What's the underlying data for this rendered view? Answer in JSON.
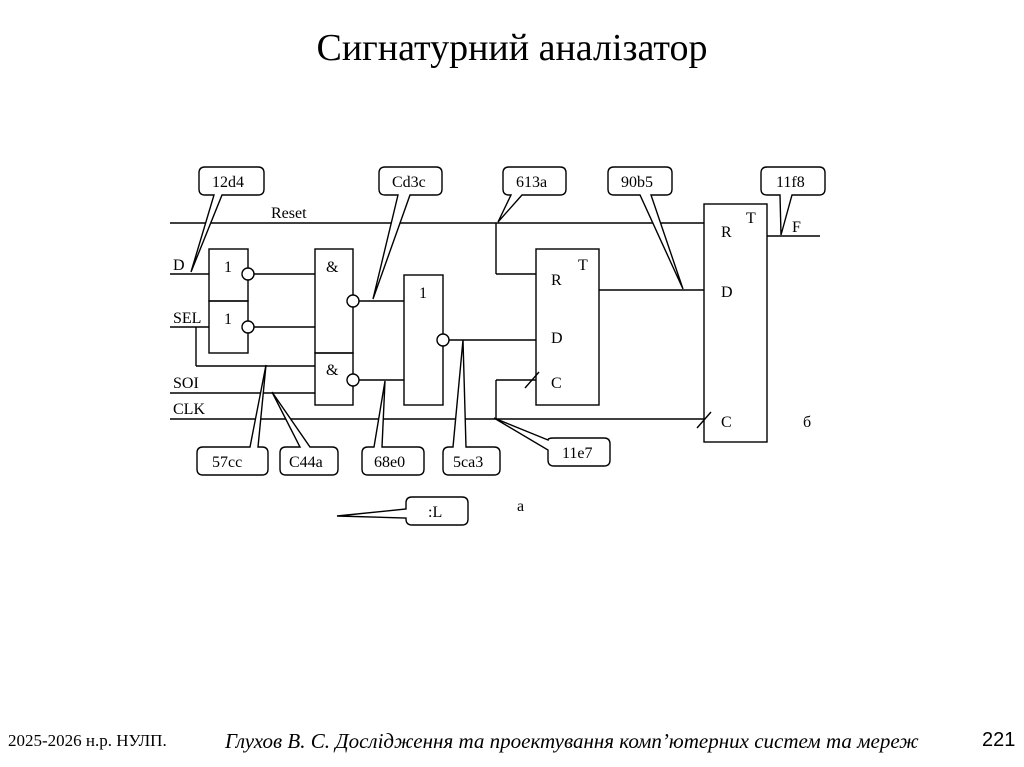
{
  "title": "Сигнатурний аналізатор",
  "signals": {
    "reset": "Reset",
    "d": "D",
    "sel": "SEL",
    "soi": "SOI",
    "clk": "CLK",
    "f": "F"
  },
  "gates": {
    "or_top": "1",
    "or_bottom": "1",
    "and_top": "&",
    "and_bottom": "&",
    "or_main": "1"
  },
  "trigger1": {
    "t": "T",
    "r": "R",
    "d": "D",
    "c": "C"
  },
  "trigger2": {
    "t": "T",
    "r": "R",
    "d": "D",
    "c": "C"
  },
  "signatures": {
    "s12d4": "12d4",
    "cd3c": "Cd3c",
    "s613a": "613a",
    "s90b5": "90b5",
    "s11f8": "11f8",
    "s57cc": "57cc",
    "c44a": "C44a",
    "s68e0": "68e0",
    "s5ca3": "5ca3",
    "s11e7": "11e7",
    "colon_l": ":L"
  },
  "labels": {
    "a": "а",
    "b": "б"
  },
  "footer": {
    "left": "2025-2026 н.р. НУЛП.",
    "center": "Глухов В. С. Дослідження та проектування комп’ютерних систем та мереж",
    "page": "221"
  }
}
